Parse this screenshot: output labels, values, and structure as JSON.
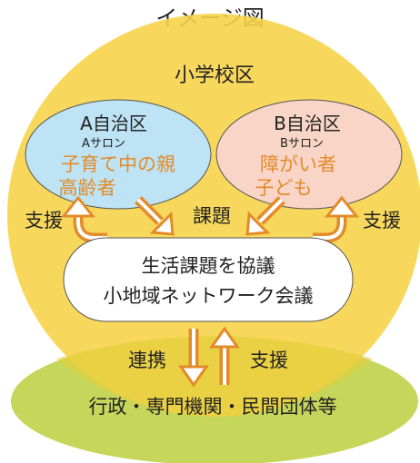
{
  "title": "イメージ図",
  "school_district": {
    "label": "小学校区",
    "color": "#f7d44a"
  },
  "jichiku_a": {
    "name": "A自治区",
    "salon": "Aサロン",
    "target_line1": "子育て中の親",
    "target_line2": "高齢者",
    "fill": "#bde3f4",
    "text_color": "#e38b2a"
  },
  "jichiku_b": {
    "name": "B自治区",
    "salon": "Bサロン",
    "target_line1": "障がい者",
    "target_line2": "子ども",
    "fill": "#f9d5c7",
    "text_color": "#e38b2a"
  },
  "labels": {
    "support_left": "支援",
    "support_right": "支援",
    "issues": "課題",
    "cooperation": "連携",
    "support_bottom": "支援"
  },
  "council": {
    "line1": "生活課題を協議",
    "line2": "小地域ネットワーク会議"
  },
  "agencies": {
    "label": "行政・専門機関・民間団体等",
    "color": "#c5d65b"
  },
  "arrow_color": "#e38b2a",
  "icons": [
    "curved-up-arrow-icon",
    "diagonal-arrow-icon",
    "vertical-arrow-icon"
  ]
}
